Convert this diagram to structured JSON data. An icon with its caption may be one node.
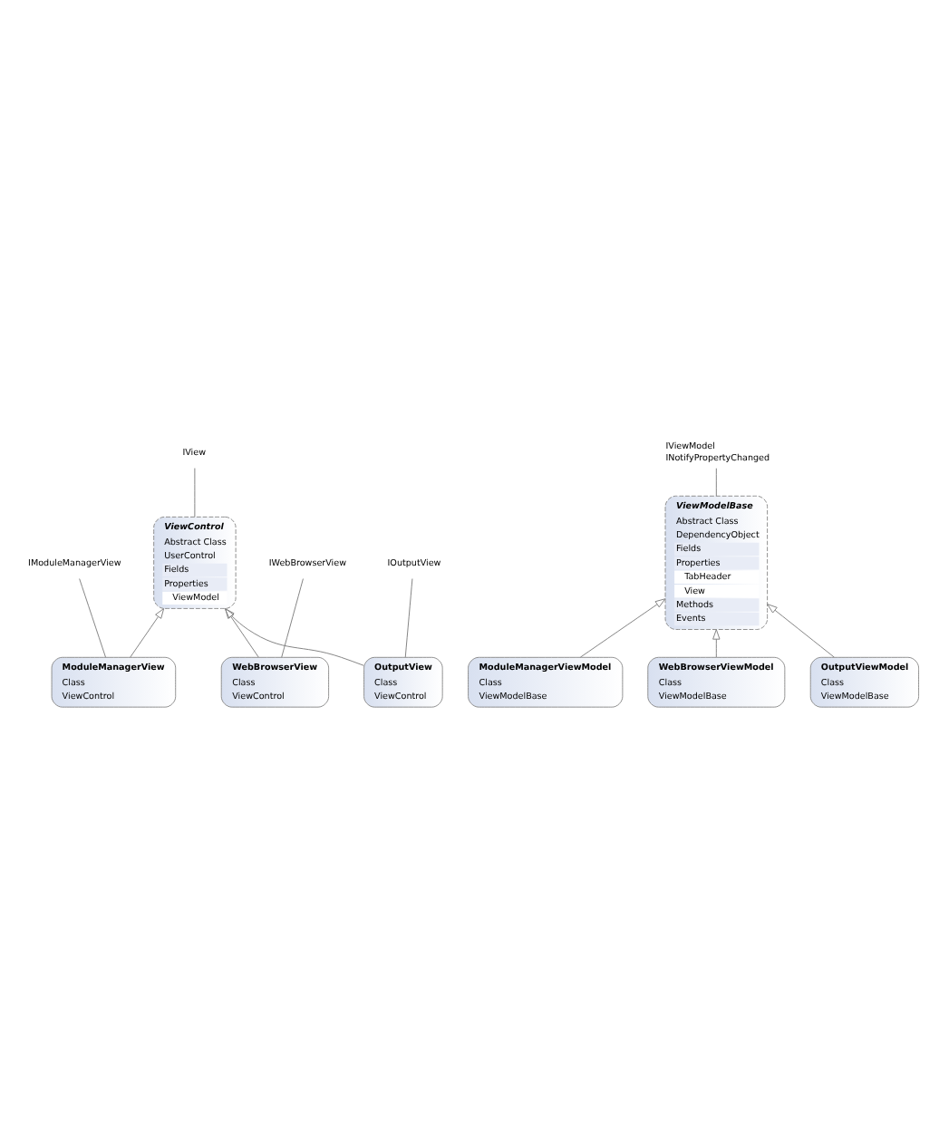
{
  "diagram": {
    "nodes": [
      {
        "text": [
          "IView"
        ]
      },
      {
        "text": [
          "IViewModel",
          "INotifyPropertyChanged"
        ]
      },
      {
        "text": [
          "ViewControl",
          "Abstract Class",
          "UserControl",
          "Fields",
          "Properties",
          "ViewModel"
        ]
      },
      {
        "text": [
          "ViewModelBase",
          "Abstract Class",
          "DependencyObject",
          "Fields",
          "Properties",
          "TabHeader",
          "View",
          "Methods",
          "Events"
        ]
      },
      {
        "text": [
          "IModuleManagerView"
        ]
      },
      {
        "text": [
          "ModuleManagerView",
          "Class",
          "ViewControl"
        ]
      },
      {
        "text": [
          "ModuleManagerViewModel",
          "Class",
          "ViewModelBase"
        ]
      },
      {
        "text": [
          "IWebBrowserView"
        ]
      },
      {
        "text": [
          "WebBrowserView",
          "Class",
          "ViewControl"
        ]
      },
      {
        "text": [
          "WebBrowserViewModel",
          "Class",
          "ViewModelBase"
        ]
      },
      {
        "text": [
          "IOutputView"
        ]
      },
      {
        "text": [
          "OutputView",
          "Class",
          "ViewControl"
        ]
      },
      {
        "text": [
          "OutputViewModel",
          "Class",
          "ViewModelBase"
        ]
      }
    ],
    "edges": [
      {
        "from": 2,
        "to": 0,
        "arrow": "none"
      },
      {
        "from": 3,
        "to": 1,
        "arrow": "none"
      },
      {
        "from": 5,
        "to": 2,
        "arrow": "to"
      },
      {
        "from": 6,
        "to": 3,
        "arrow": "to"
      },
      {
        "from": 5,
        "to": 4,
        "arrow": "none"
      },
      {
        "from": 8,
        "to": 2,
        "arrow": "to"
      },
      {
        "from": 9,
        "to": 3,
        "arrow": "to"
      },
      {
        "from": 8,
        "to": 7,
        "arrow": "none"
      },
      {
        "from": 11,
        "to": 2,
        "arrow": "to"
      },
      {
        "from": 12,
        "to": 3,
        "arrow": "to"
      },
      {
        "from": 11,
        "to": 10,
        "arrow": "none"
      }
    ]
  }
}
